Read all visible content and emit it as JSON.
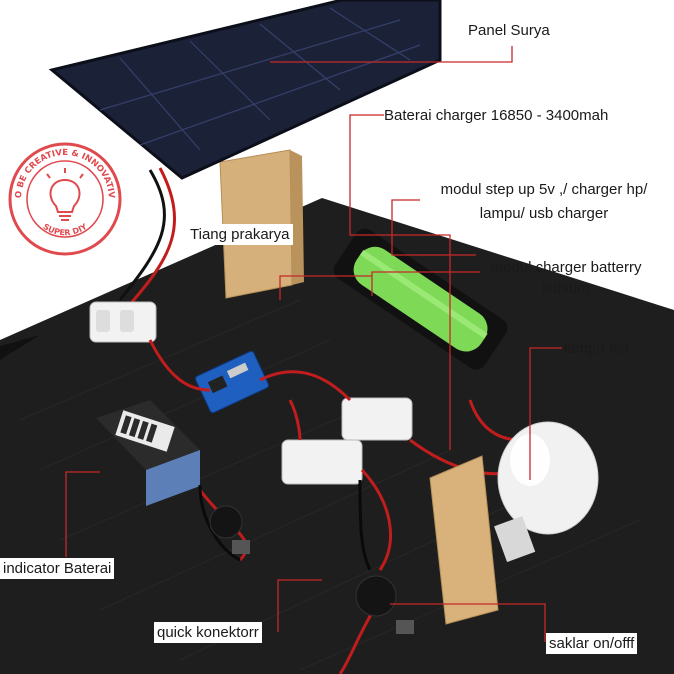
{
  "badge": {
    "text_top": "TO BE CREATIVE & INNOVATIVE",
    "text_bottom": "SUPER DIY",
    "color": "#e04a4f",
    "icon": "lightbulb-icon"
  },
  "annotations": {
    "panel_surya": "Panel Surya",
    "baterai_charger": "Baterai charger 16850 - 3400mah",
    "modul_step_up_line1": "modul step up  5v ,/ charger hp/",
    "modul_step_up_line2": "lampu/ usb charger",
    "tiang_prakarya": "Tiang prakarya",
    "modul_charger_line1": "modul charger batterry",
    "modul_charger_line2": "litthium",
    "lampu_led": "lampu led",
    "indicator_baterai": "indicator Baterai",
    "quick_konektor": "quick konektorr",
    "saklar": "saklar on/offf"
  },
  "colors": {
    "callout_line": "#c62828",
    "board": "#1c1c1c",
    "wood": "#d9b47e",
    "panel": "#1f2a44",
    "battery": "#7ed957",
    "wire": "#c21d1d"
  }
}
